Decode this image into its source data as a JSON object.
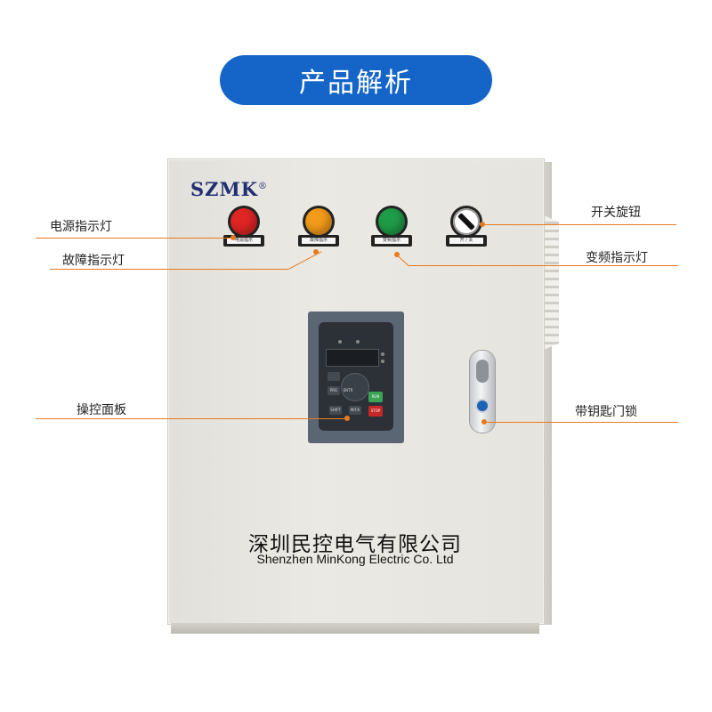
{
  "header": {
    "title": "产品解析"
  },
  "cabinet": {
    "brand": "SZMK",
    "brand_mark": "®",
    "company_cn": "深圳民控电气有限公司",
    "company_en": "Shenzhen MinKong  Electric Co. Ltd"
  },
  "lamps": {
    "power": {
      "color": "#e02525",
      "plate": "电源指示"
    },
    "fault": {
      "color": "#f29a1a",
      "plate": "故障指示"
    },
    "vfd": {
      "color": "#1f9c47",
      "plate": "变频指示"
    },
    "switch": {
      "plate": "开 / 关"
    }
  },
  "panel": {
    "buttons": {
      "prg": "PRG",
      "enter": "ENTR",
      "shift": "SHIFT",
      "mfk": "M/F.K",
      "run": "RUN",
      "stop": "STOP"
    }
  },
  "callouts": {
    "power_lamp": "电源指示灯",
    "fault_lamp": "故障指示灯",
    "operation_panel": "操控面板",
    "switch_knob": "开关旋钮",
    "vfd_lamp": "变频指示灯",
    "key_lock": "带钥匙门锁"
  },
  "colors": {
    "accent": "#1565c8",
    "callout": "#e87a1e"
  }
}
